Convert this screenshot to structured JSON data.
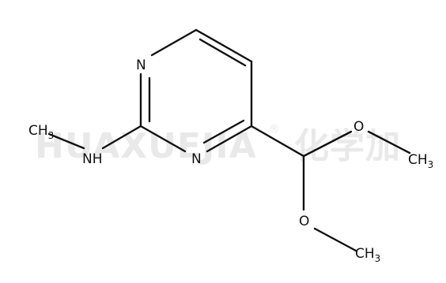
{
  "watermark": {
    "text": "HUAXUEJIA",
    "registered": "®",
    "cjk": "化学加"
  },
  "atoms": {
    "n_ring_top": "N",
    "n_ring_bottom": "N",
    "nh_label": "NH",
    "ch3_amine": {
      "main": "CH",
      "sub": "3"
    },
    "o_upper": "O",
    "ch3_upper": {
      "main": "CH",
      "sub": "3"
    },
    "o_lower": "O",
    "ch3_lower": {
      "main": "CH",
      "sub": "3"
    }
  },
  "colors": {
    "ink": "#111111",
    "watermark": "#e9e9e9",
    "background": "#ffffff"
  }
}
